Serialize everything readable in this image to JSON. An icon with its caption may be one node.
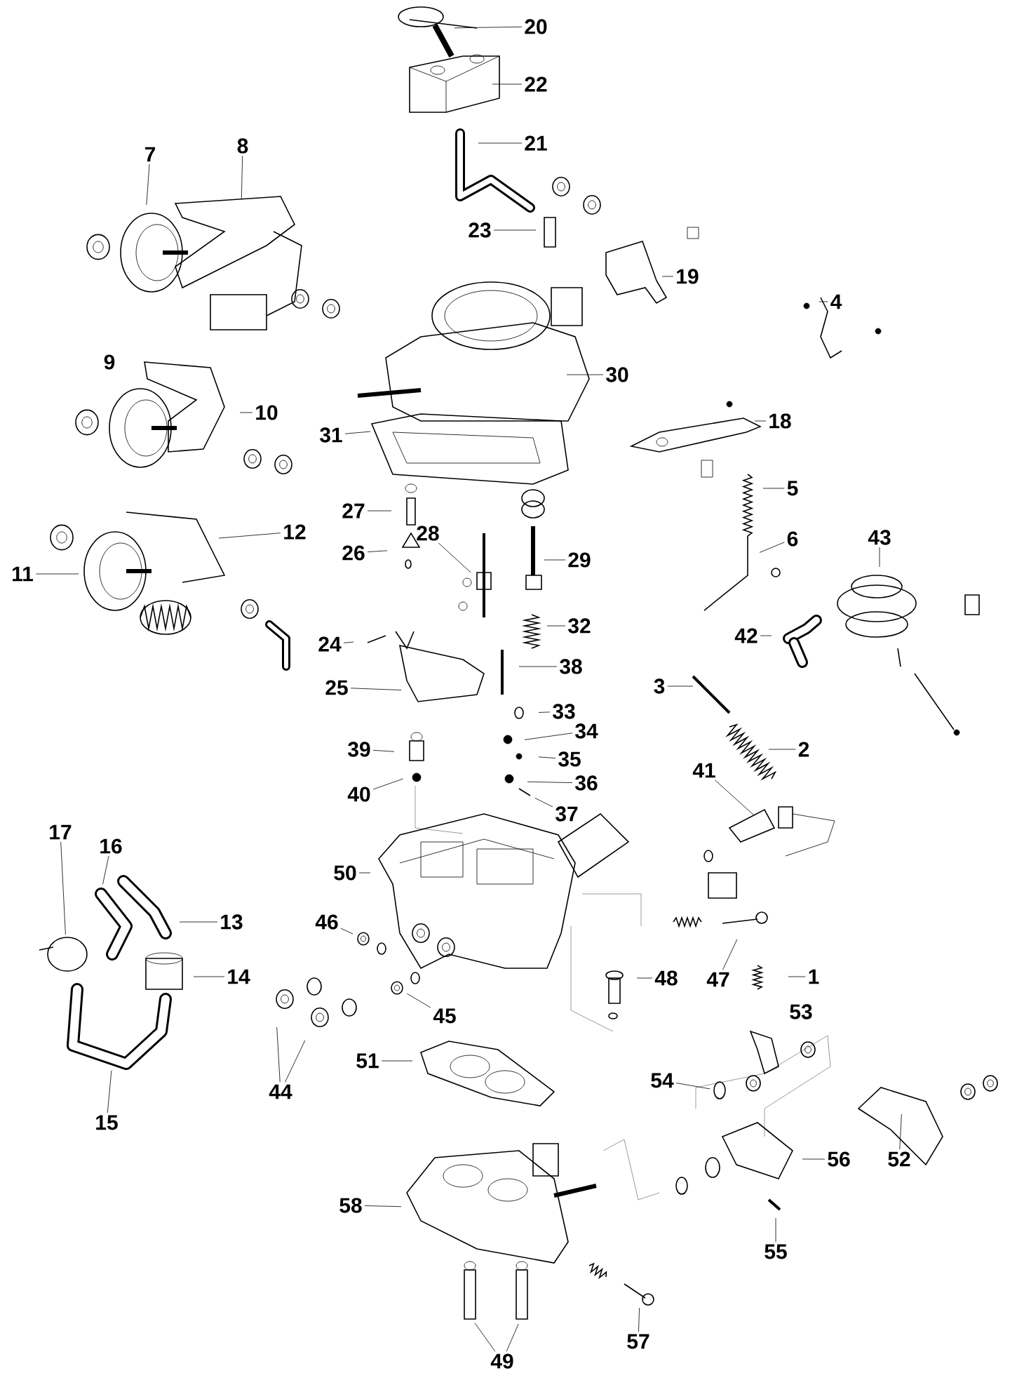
{
  "diagram": {
    "nodes": [
      {
        "text": [
          "20"
        ]
      },
      {
        "text": [
          "22"
        ]
      },
      {
        "text": [
          "21"
        ]
      },
      {
        "text": [
          "7"
        ]
      },
      {
        "text": [
          "8"
        ]
      },
      {
        "text": [
          "23"
        ]
      },
      {
        "text": [
          "19"
        ]
      },
      {
        "text": [
          "4"
        ]
      },
      {
        "text": [
          "30"
        ]
      },
      {
        "text": [
          "10"
        ]
      },
      {
        "text": [
          "18"
        ]
      },
      {
        "text": [
          "31"
        ]
      },
      {
        "text": [
          "5"
        ]
      },
      {
        "text": [
          "27"
        ]
      },
      {
        "text": [
          "12"
        ]
      },
      {
        "text": [
          "28"
        ]
      },
      {
        "text": [
          "6"
        ]
      },
      {
        "text": [
          "43"
        ]
      },
      {
        "text": [
          "26"
        ]
      },
      {
        "text": [
          "29"
        ]
      },
      {
        "text": [
          "11"
        ]
      },
      {
        "text": [
          "32"
        ]
      },
      {
        "text": [
          "42"
        ]
      },
      {
        "text": [
          "24"
        ]
      },
      {
        "text": [
          "38"
        ]
      },
      {
        "text": [
          "3"
        ]
      },
      {
        "text": [
          "25"
        ]
      },
      {
        "text": [
          "33"
        ]
      },
      {
        "text": [
          "34"
        ]
      },
      {
        "text": [
          "2"
        ]
      },
      {
        "text": [
          "39"
        ]
      },
      {
        "text": [
          "35"
        ]
      },
      {
        "text": [
          "41"
        ]
      },
      {
        "text": [
          "36"
        ]
      },
      {
        "text": [
          "40"
        ]
      },
      {
        "text": [
          "37"
        ]
      },
      {
        "text": [
          "17"
        ]
      },
      {
        "text": [
          "16"
        ]
      },
      {
        "text": [
          "50"
        ]
      },
      {
        "text": [
          "13"
        ]
      },
      {
        "text": [
          "46"
        ]
      },
      {
        "text": [
          "14"
        ]
      },
      {
        "text": [
          "48"
        ]
      },
      {
        "text": [
          "47"
        ]
      },
      {
        "text": [
          "1"
        ]
      },
      {
        "text": [
          "45"
        ]
      },
      {
        "text": [
          "54"
        ]
      },
      {
        "text": [
          "51"
        ]
      },
      {
        "text": [
          "44"
        ]
      },
      {
        "text": [
          "15"
        ]
      },
      {
        "text": [
          "56"
        ]
      },
      {
        "text": [
          "52"
        ]
      },
      {
        "text": [
          "58"
        ]
      },
      {
        "text": [
          "55"
        ]
      },
      {
        "text": [
          "57"
        ]
      },
      {
        "text": [
          "49"
        ]
      }
    ],
    "edges": [
      {
        "from": 0,
        "to": null,
        "arrow": "none"
      },
      {
        "from": 1,
        "to": null,
        "arrow": "none"
      },
      {
        "from": 2,
        "to": null,
        "arrow": "none"
      },
      {
        "from": 3,
        "to": null,
        "arrow": "none"
      },
      {
        "from": 4,
        "to": null,
        "arrow": "none"
      },
      {
        "from": 5,
        "to": null,
        "arrow": "none"
      },
      {
        "from": 6,
        "to": null,
        "arrow": "none"
      },
      {
        "from": 7,
        "to": null,
        "arrow": "none"
      },
      {
        "from": 8,
        "to": null,
        "arrow": "none"
      },
      {
        "from": 9,
        "to": null,
        "arrow": "none"
      },
      {
        "from": 10,
        "to": null,
        "arrow": "none"
      },
      {
        "from": 11,
        "to": null,
        "arrow": "none"
      },
      {
        "from": 12,
        "to": null,
        "arrow": "none"
      },
      {
        "from": 13,
        "to": null,
        "arrow": "none"
      },
      {
        "from": 14,
        "to": null,
        "arrow": "none"
      },
      {
        "from": 15,
        "to": null,
        "arrow": "none"
      },
      {
        "from": 16,
        "to": null,
        "arrow": "none"
      },
      {
        "from": 17,
        "to": null,
        "arrow": "none"
      },
      {
        "from": 18,
        "to": null,
        "arrow": "none"
      },
      {
        "from": 19,
        "to": null,
        "arrow": "none"
      },
      {
        "from": 20,
        "to": null,
        "arrow": "none"
      },
      {
        "from": 21,
        "to": null,
        "arrow": "none"
      },
      {
        "from": 22,
        "to": null,
        "arrow": "none"
      },
      {
        "from": 23,
        "to": null,
        "arrow": "none"
      },
      {
        "from": 24,
        "to": null,
        "arrow": "none"
      },
      {
        "from": 25,
        "to": null,
        "arrow": "none"
      },
      {
        "from": 26,
        "to": null,
        "arrow": "none"
      },
      {
        "from": 27,
        "to": null,
        "arrow": "none"
      },
      {
        "from": 28,
        "to": null,
        "arrow": "none"
      },
      {
        "from": 29,
        "to": null,
        "arrow": "none"
      },
      {
        "from": 30,
        "to": null,
        "arrow": "none"
      },
      {
        "from": 31,
        "to": null,
        "arrow": "none"
      },
      {
        "from": 32,
        "to": null,
        "arrow": "none"
      },
      {
        "from": 33,
        "to": null,
        "arrow": "none"
      },
      {
        "from": 34,
        "to": null,
        "arrow": "none"
      },
      {
        "from": 35,
        "to": null,
        "arrow": "none"
      },
      {
        "from": 36,
        "to": null,
        "arrow": "none"
      },
      {
        "from": 37,
        "to": null,
        "arrow": "none"
      },
      {
        "from": 38,
        "to": null,
        "arrow": "none"
      },
      {
        "from": 39,
        "to": null,
        "arrow": "none"
      },
      {
        "from": 40,
        "to": null,
        "arrow": "none"
      },
      {
        "from": 41,
        "to": null,
        "arrow": "none"
      },
      {
        "from": 42,
        "to": null,
        "arrow": "none"
      },
      {
        "from": 43,
        "to": null,
        "arrow": "none"
      },
      {
        "from": 44,
        "to": null,
        "arrow": "none"
      },
      {
        "from": 45,
        "to": null,
        "arrow": "none"
      },
      {
        "from": 46,
        "to": null,
        "arrow": "none"
      },
      {
        "from": 47,
        "to": null,
        "arrow": "none"
      },
      {
        "from": 48,
        "to": null,
        "arrow": "none"
      },
      {
        "from": 48,
        "to": null,
        "arrow": "none"
      },
      {
        "from": 49,
        "to": null,
        "arrow": "none"
      },
      {
        "from": 50,
        "to": null,
        "arrow": "none"
      },
      {
        "from": 51,
        "to": null,
        "arrow": "none"
      },
      {
        "from": 52,
        "to": null,
        "arrow": "none"
      },
      {
        "from": 53,
        "to": null,
        "arrow": "none"
      },
      {
        "from": 54,
        "to": null,
        "arrow": "none"
      },
      {
        "from": 55,
        "to": null,
        "arrow": "none"
      },
      {
        "from": 55,
        "to": null,
        "arrow": "none"
      }
    ],
    "labels": [
      "9",
      "53"
    ]
  }
}
